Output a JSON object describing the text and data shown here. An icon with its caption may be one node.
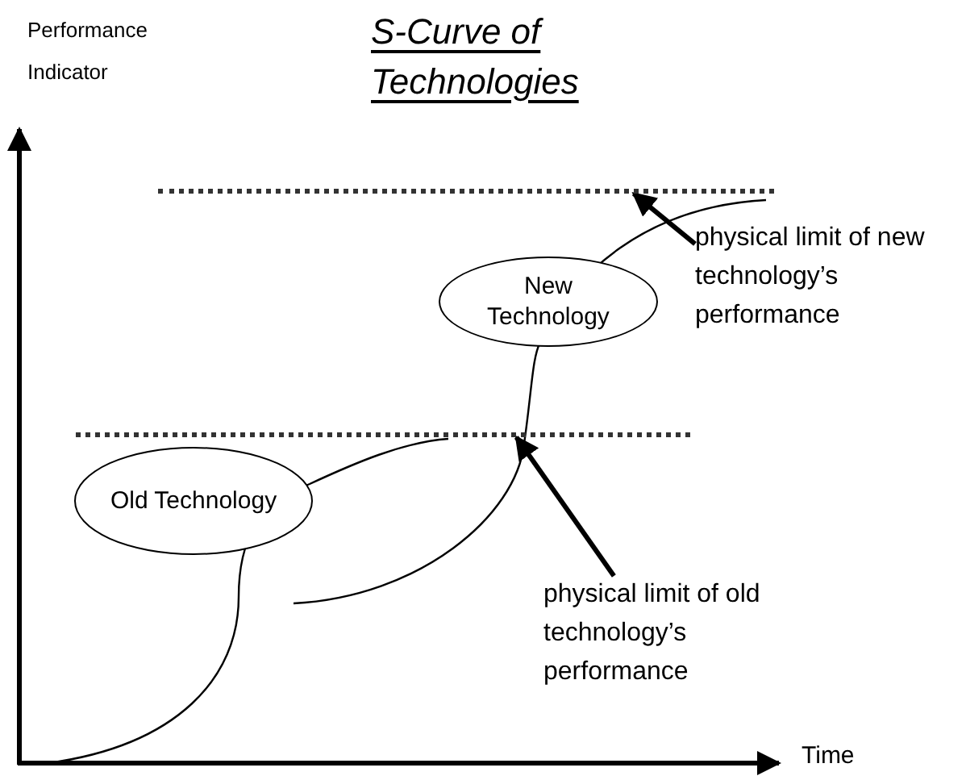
{
  "diagram": {
    "title": "S-Curve of Technologies",
    "nodes": [
      {
        "text": [],
        "shape": "line"
      },
      {
        "text": [
          "New Technology"
        ]
      },
      {
        "text": [
          "physical limit of new technology’s performance"
        ]
      },
      {
        "text": [],
        "shape": "line"
      },
      {
        "text": [
          "Old Technology"
        ]
      },
      {
        "text": [
          "physical limit of old technology’s performance"
        ]
      }
    ],
    "edges": [
      {
        "from": 2,
        "to": 0,
        "arrow": "to"
      },
      {
        "from": 5,
        "to": 3,
        "arrow": "to"
      }
    ],
    "labels": [
      "Performance Indicator",
      "Time"
    ]
  }
}
